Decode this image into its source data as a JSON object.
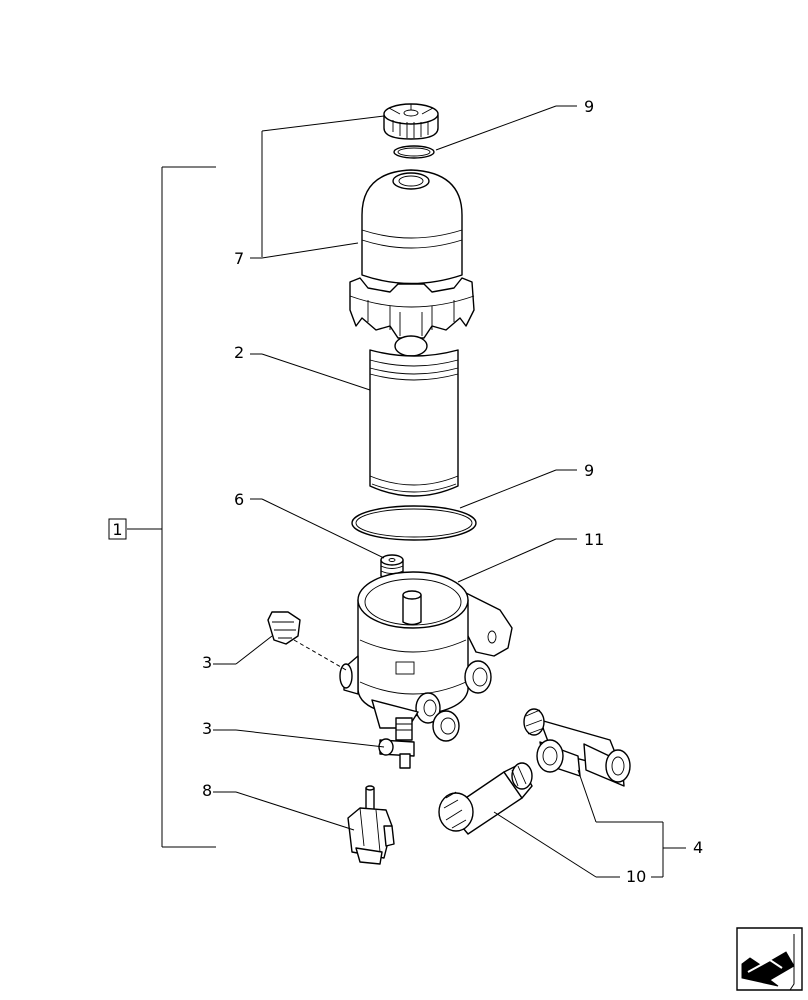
{
  "callouts": {
    "assembly_box": "1",
    "cap_seal_top": "9",
    "filter_housing": "7",
    "filter_element": "2",
    "seal_ring_lower": "9",
    "bleed_screw": "6",
    "filter_head": "11",
    "plug": "3",
    "drain_valve": "3",
    "sensor": "8",
    "fitting_group": "4",
    "adapter": "10"
  },
  "icons": {
    "nav_arrow": "next-page-arrow-icon"
  }
}
